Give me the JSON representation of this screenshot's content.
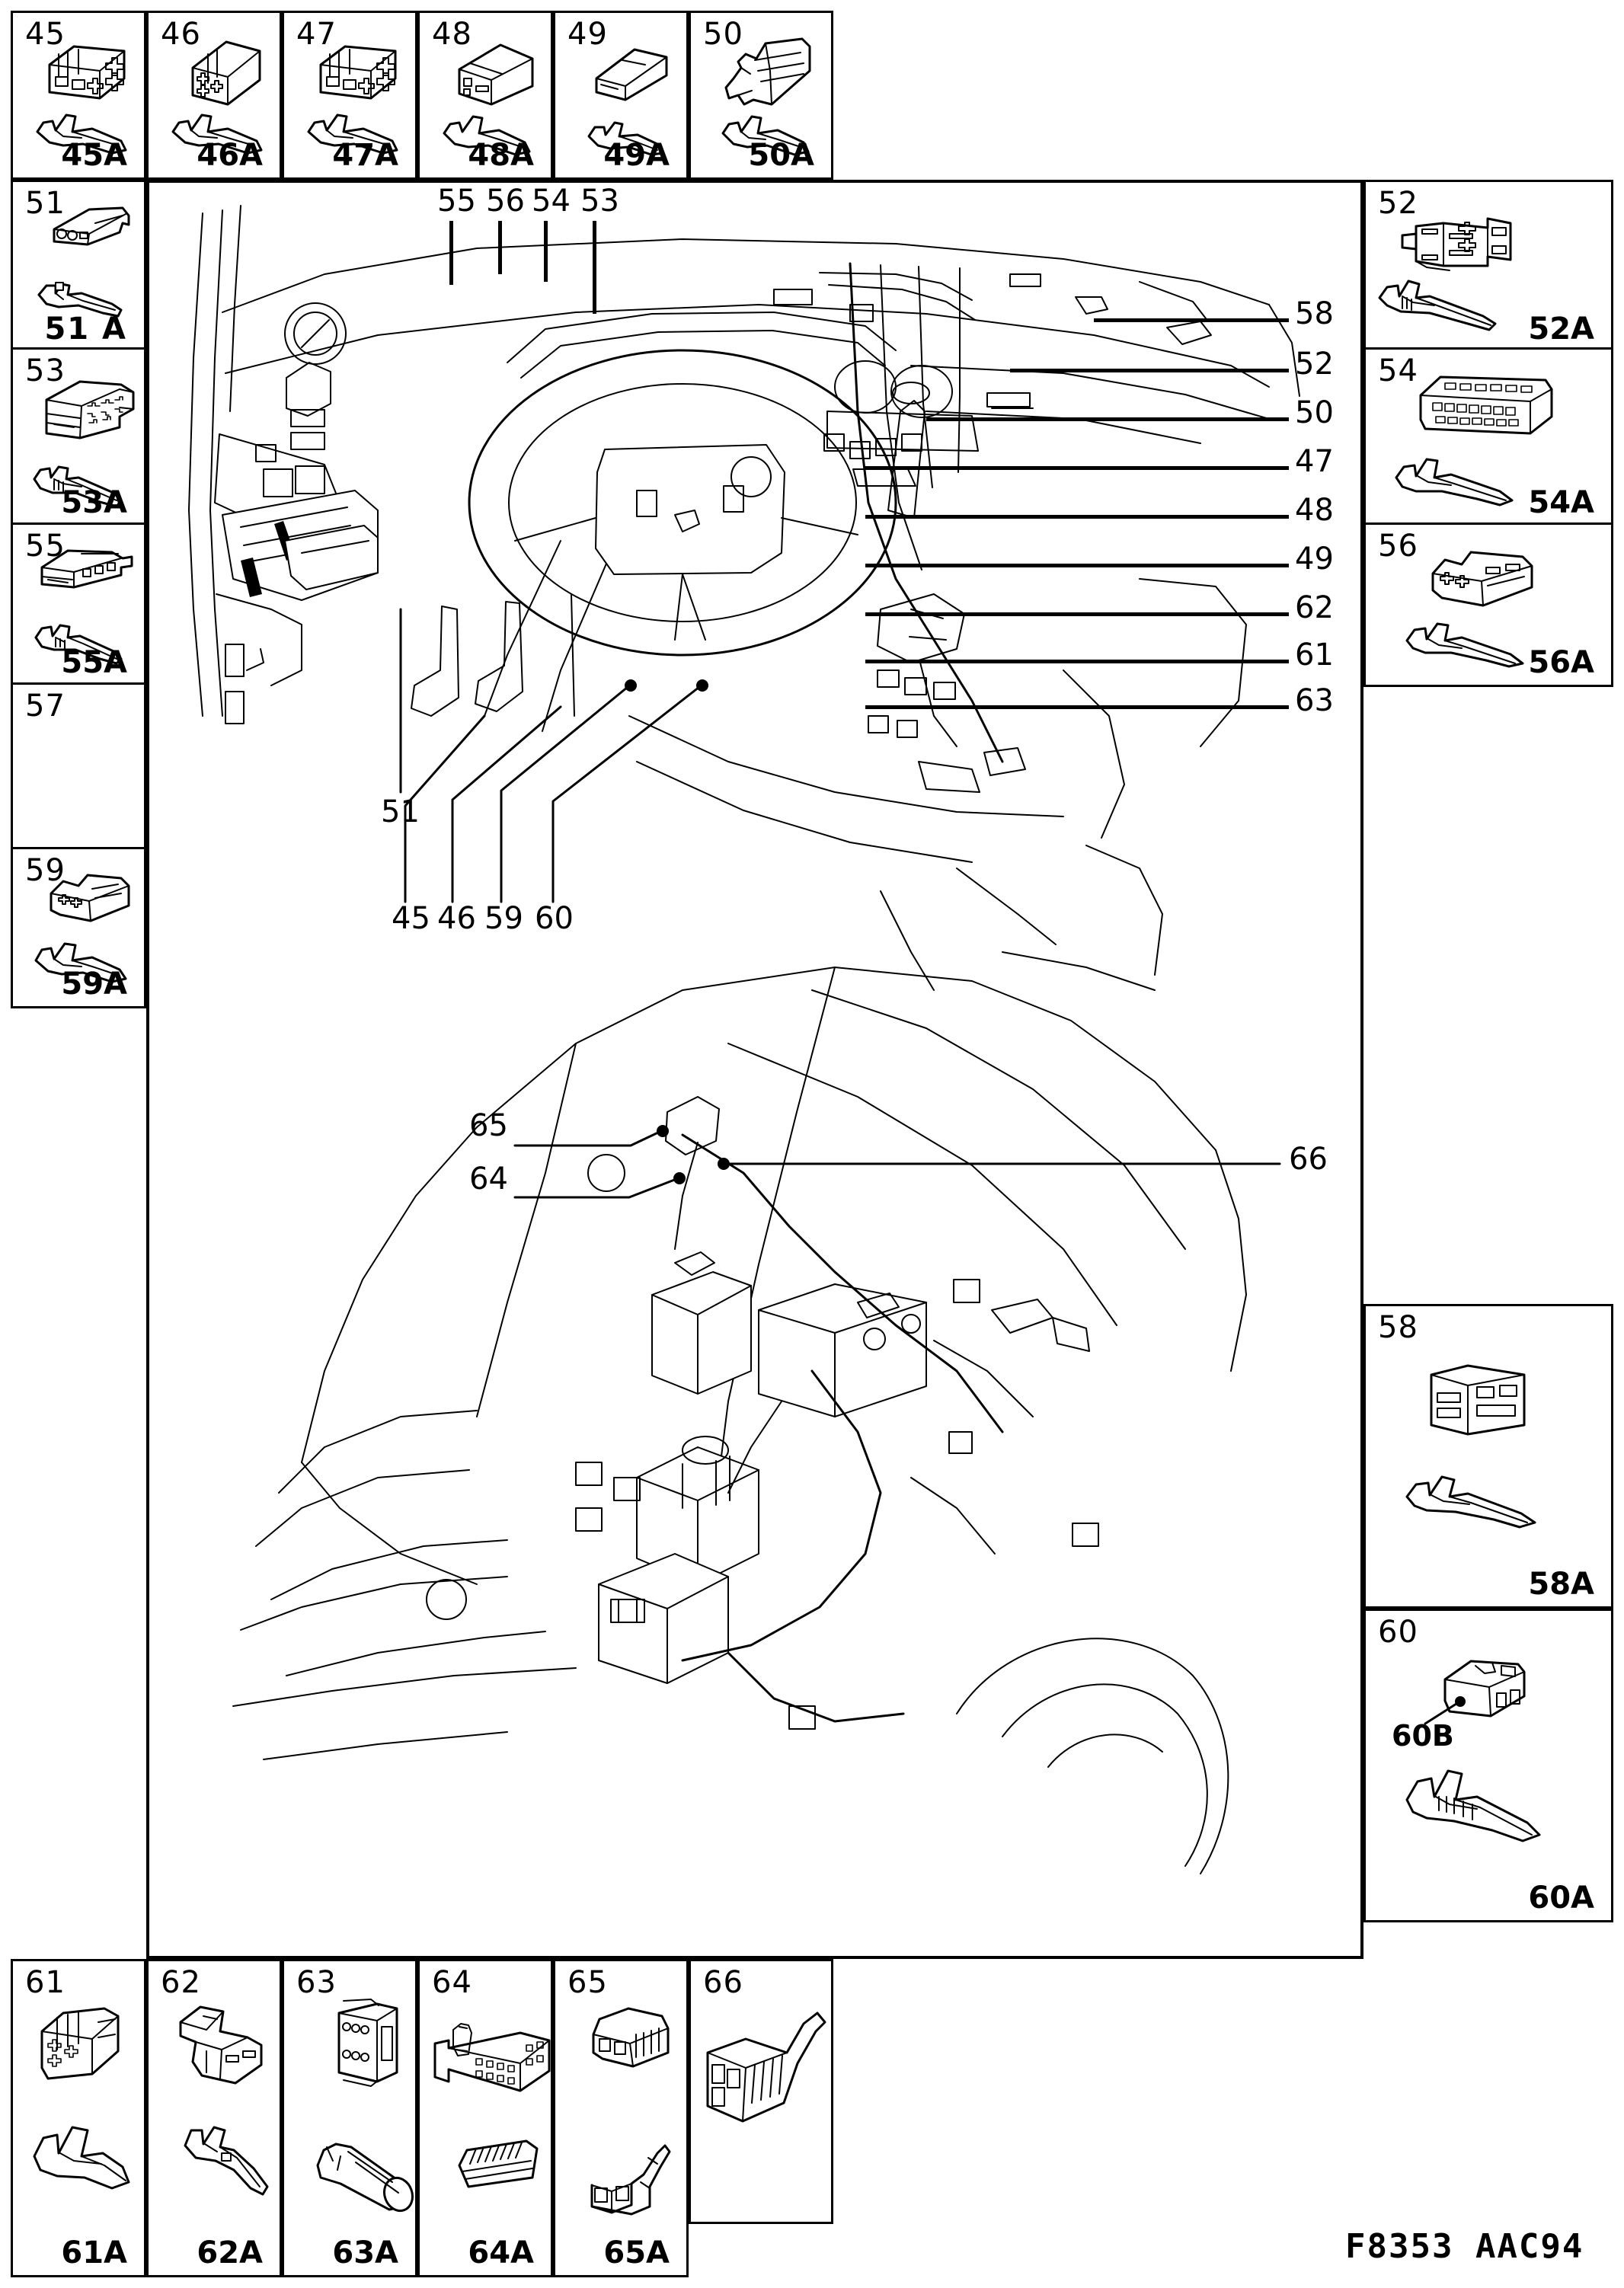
{
  "document": {
    "type": "automotive-wiring-harness-connector-parts-diagram",
    "footer_code": "F8353  AAC94"
  },
  "top_row": [
    {
      "num": "45",
      "sub": "45A"
    },
    {
      "num": "46",
      "sub": "46A"
    },
    {
      "num": "47",
      "sub": "47A"
    },
    {
      "num": "48",
      "sub": "48A"
    },
    {
      "num": "49",
      "sub": "49A"
    },
    {
      "num": "50",
      "sub": "50A"
    }
  ],
  "left_column": [
    {
      "num": "51",
      "sub": "51 A"
    },
    {
      "num": "53",
      "sub": "53A"
    },
    {
      "num": "55",
      "sub": "55A"
    },
    {
      "num": "57",
      "sub": ""
    },
    {
      "num": "59",
      "sub": "59A"
    }
  ],
  "right_column": [
    {
      "num": "52",
      "sub": "52A"
    },
    {
      "num": "54",
      "sub": "54A"
    },
    {
      "num": "56",
      "sub": "56A"
    },
    {
      "num": "58",
      "sub": "58A"
    },
    {
      "num": "60",
      "sub": "60A",
      "sub_b": "60B"
    }
  ],
  "bottom_row": [
    {
      "num": "61",
      "sub": "61A"
    },
    {
      "num": "62",
      "sub": "62A"
    },
    {
      "num": "63",
      "sub": "63A"
    },
    {
      "num": "64",
      "sub": "64A"
    },
    {
      "num": "65",
      "sub": "65A"
    },
    {
      "num": "66",
      "sub": ""
    }
  ],
  "main_illustration": {
    "caption_top": [
      "55",
      "56",
      "54",
      "53"
    ],
    "callouts_right": [
      "58",
      "52",
      "50",
      "47",
      "48",
      "49",
      "62",
      "61",
      "63"
    ],
    "callouts_bottom": [
      "45",
      "46",
      "59",
      "60"
    ],
    "callout_interior_left": "51",
    "callouts_engine_bay": [
      "65",
      "64",
      "66"
    ]
  }
}
